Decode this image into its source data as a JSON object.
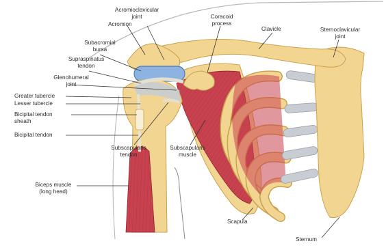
{
  "diagram": {
    "colors": {
      "bone": "#f3d592",
      "bone_edge": "#c9a24c",
      "cartilage": "#c8cdd3",
      "muscle": "#c8414f",
      "muscle_dark": "#8e2431",
      "bursa": "#8fb3e0",
      "leader": "#333333"
    },
    "labels": {
      "acromioclavicular_joint": "Acromioclavicular\njoint",
      "acromion": "Acromion",
      "coracoid_process": "Coracoid\nprocess",
      "clavicle": "Clavicle",
      "sternoclavicular_joint": "Sternoclavicular\njoint",
      "subacromial_bursa": "Subacromial\nbursa",
      "supraspinatus_tendon": "Supraspinatus\ntendon",
      "glenohumeral_joint": "Glenohumeral\njoint",
      "greater_tubercle": "Greater tubercle",
      "lesser_tubercle": "Lesser tubercle",
      "bicipital_tendon_sheath": "Bicipital tendon\nsheath",
      "bicipital_tendon": "Bicipital tendon",
      "subscapularis_tendon": "Subscapularis\ntendon",
      "subscapularis_muscle": "Subscapularis\nmuscle",
      "biceps_muscle": "Biceps muscle\n(long head)",
      "scapula": "Scapula",
      "sternum": "Sternum"
    }
  }
}
